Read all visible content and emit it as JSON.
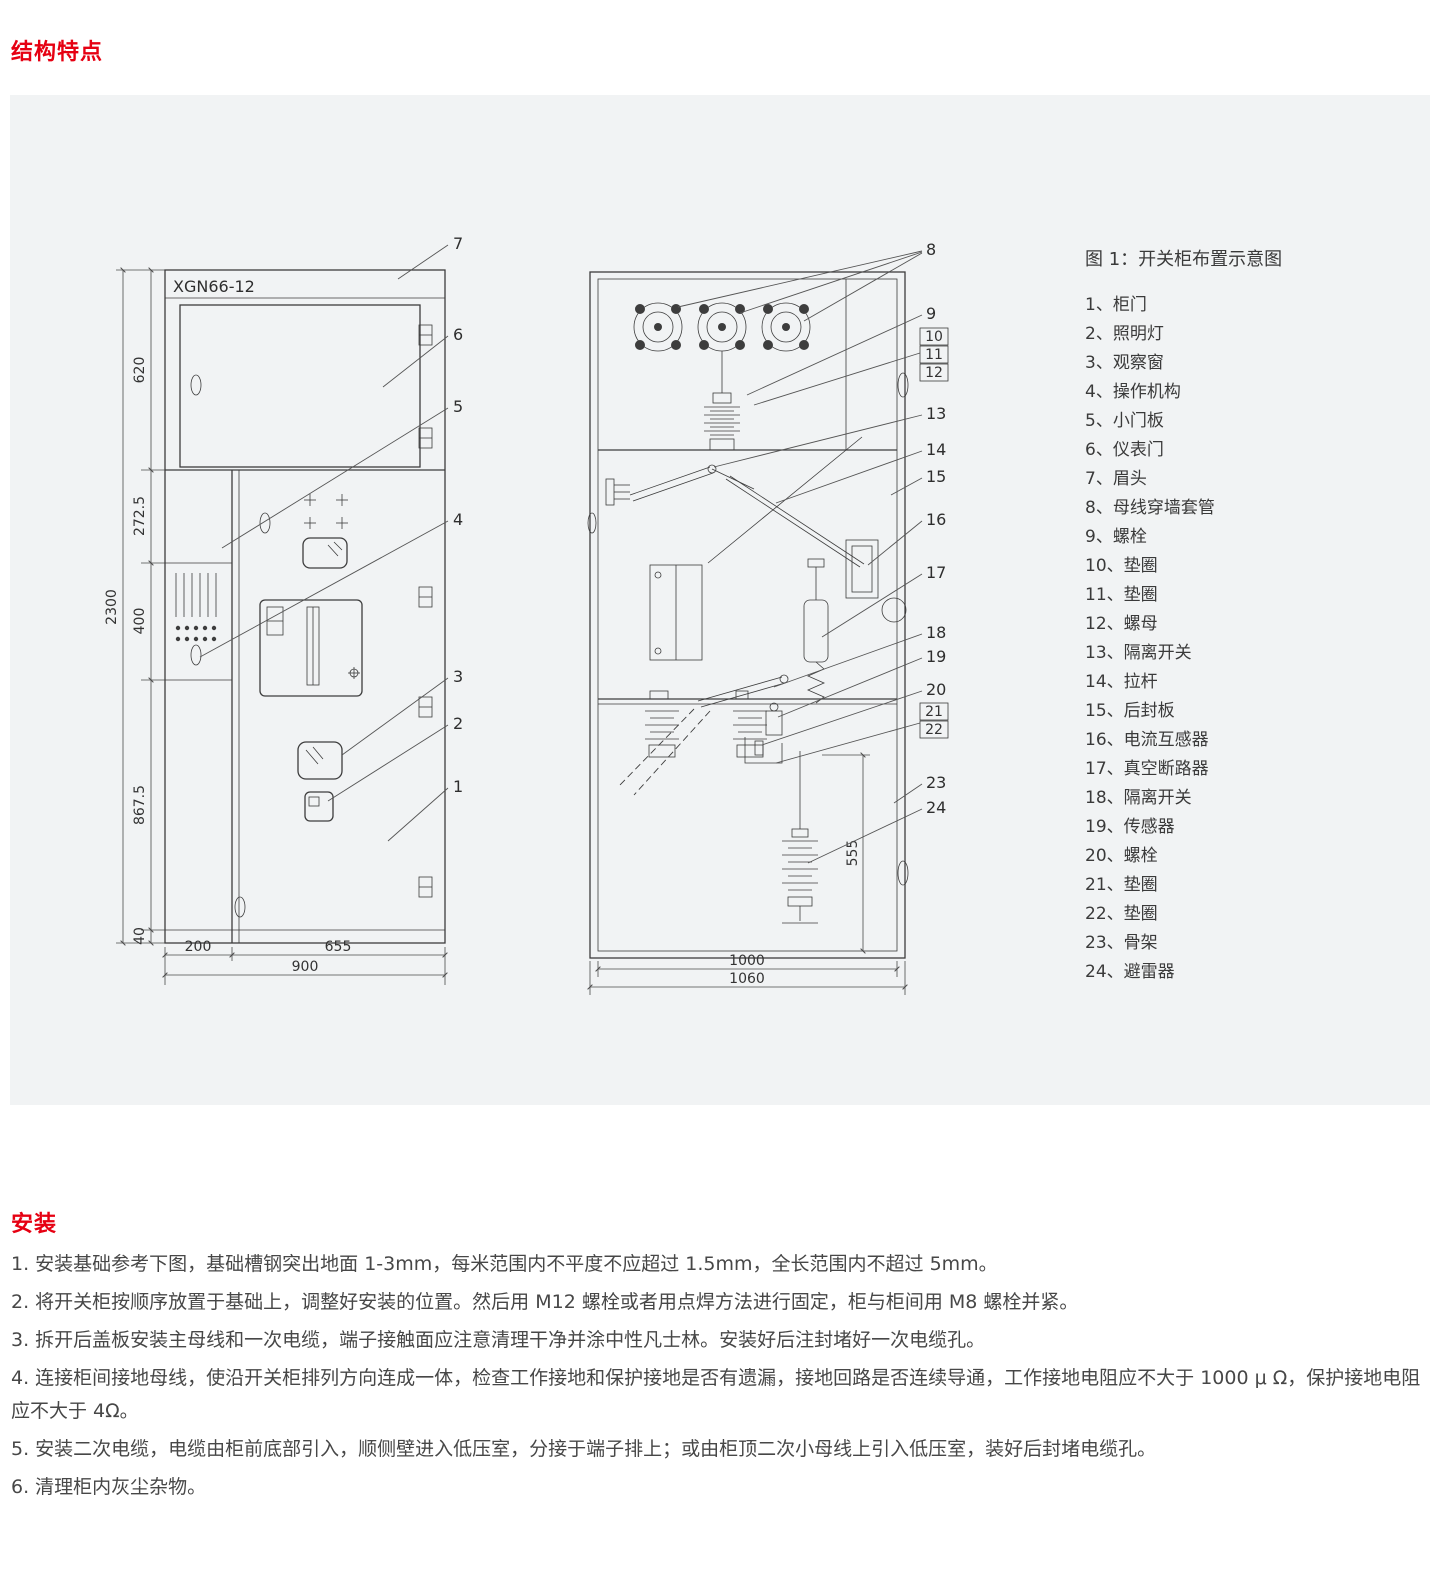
{
  "sections": {
    "structure_title": "结构特点",
    "install_title": "安装"
  },
  "figure": {
    "caption": "图 1：开关柜布置示意图",
    "model_label": "XGN66-12",
    "parts": [
      "1、柜门",
      "2、照明灯",
      "3、观察窗",
      "4、操作机构",
      "5、小门板",
      "6、仪表门",
      "7、眉头",
      "8、母线穿墙套管",
      "9、螺栓",
      "10、垫圈",
      "11、垫圈",
      "12、螺母",
      "13、隔离开关",
      "14、拉杆",
      "15、后封板",
      "16、电流互感器",
      "17、真空断路器",
      "18、隔离开关",
      "19、传感器",
      "20、螺栓",
      "21、垫圈",
      "22、垫圈",
      "23、骨架",
      "24、避雷器"
    ],
    "front_view": {
      "dims": {
        "overall": "2300",
        "s1": "620",
        "s2": "272.5",
        "s3": "400",
        "s4": "867.5",
        "s5": "40",
        "b1": "200",
        "b2": "655",
        "b3": "900"
      },
      "callouts": [
        "7",
        "6",
        "5",
        "4",
        "3",
        "2",
        "1"
      ]
    },
    "side_view": {
      "dims": {
        "v": "555",
        "b1": "1000",
        "b2": "1060"
      },
      "callouts": [
        "8",
        "9",
        "10",
        "11",
        "12",
        "13",
        "14",
        "15",
        "16",
        "17",
        "18",
        "19",
        "20",
        "21",
        "22",
        "23",
        "24"
      ]
    }
  },
  "install": {
    "items": [
      "1. 安装基础参考下图，基础槽钢突出地面 1-3mm，每米范围内不平度不应超过 1.5mm，全长范围内不超过 5mm。",
      "2. 将开关柜按顺序放置于基础上，调整好安装的位置。然后用 M12 螺栓或者用点焊方法进行固定，柜与柜间用 M8 螺栓并紧。",
      "3. 拆开后盖板安装主母线和一次电缆，端子接触面应注意清理干净并涂中性凡士林。安装好后注封堵好一次电缆孔。",
      "4. 连接柜间接地母线，使沿开关柜排列方向连成一体，检查工作接地和保护接地是否有遗漏，接地回路是否连续导通，工作接地电阻应不大于 1000 μ Ω，保护接地电阻应不大于 4Ω。",
      "5. 安装二次电缆，电缆由柜前底部引入，顺侧壁进入低压室，分接于端子排上；或由柜顶二次小母线上引入低压室，装好后封堵电缆孔。",
      "6. 清理柜内灰尘杂物。"
    ]
  }
}
